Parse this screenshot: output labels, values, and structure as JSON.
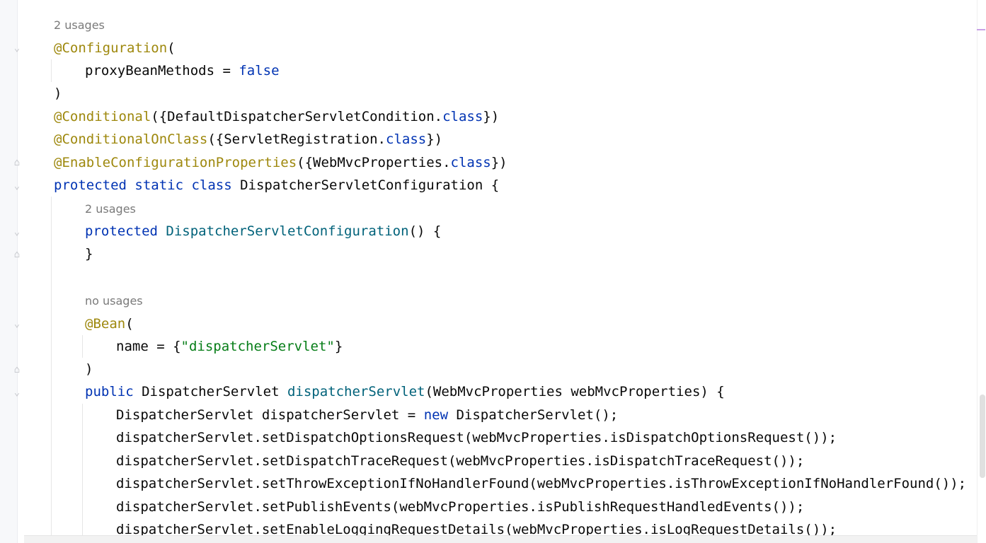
{
  "editor": {
    "hints": {
      "h1": "2 usages",
      "h2": "2 usages",
      "h3": "no usages"
    },
    "code": {
      "l1": "@Configuration",
      "l1p": "(",
      "l2a": "proxyBeanMethods = ",
      "l2b": "false",
      "l3": ")",
      "l4a": "@Conditional",
      "l4b": "({DefaultDispatcherServletCondition.",
      "l4c": "class",
      "l4d": "})",
      "l5a": "@ConditionalOnClass",
      "l5b": "({ServletRegistration.",
      "l5c": "class",
      "l5d": "})",
      "l6a": "@EnableConfigurationProperties",
      "l6b": "({WebMvcProperties.",
      "l6c": "class",
      "l6d": "})",
      "l7a": "protected static class",
      "l7b": " DispatcherServletConfiguration {",
      "l8a": "protected ",
      "l8b": "DispatcherServletConfiguration",
      "l8c": "() {",
      "l9": "}",
      "l10a": "@Bean",
      "l10b": "(",
      "l11a": "name = {",
      "l11b": "\"dispatcherServlet\"",
      "l11c": "}",
      "l12": ")",
      "l13a": "public",
      "l13b": " DispatcherServlet ",
      "l13c": "dispatcherServlet",
      "l13d": "(WebMvcProperties webMvcProperties) {",
      "l14a": "DispatcherServlet dispatcherServlet = ",
      "l14b": "new",
      "l14c": " DispatcherServlet();",
      "l15": "dispatcherServlet.setDispatchOptionsRequest(webMvcProperties.isDispatchOptionsRequest());",
      "l16": "dispatcherServlet.setDispatchTraceRequest(webMvcProperties.isDispatchTraceRequest());",
      "l17": "dispatcherServlet.setThrowExceptionIfNoHandlerFound(webMvcProperties.isThrowExceptionIfNoHandlerFound());",
      "l18": "dispatcherServlet.setPublishEvents(webMvcProperties.isPublishRequestHandledEvents());",
      "l19": "dispatcherServlet.setEnableLoggingRequestDetails(webMvcProperties.isLogRequestDetails());"
    }
  },
  "icons": {
    "fold_open": "fold-open-icon",
    "fold_close": "fold-close-icon"
  },
  "colors": {
    "annotation": "#9e880d",
    "keyword": "#0033b3",
    "method": "#00627a",
    "string": "#067d17",
    "text": "#080808",
    "hint": "#7a7a7a"
  }
}
